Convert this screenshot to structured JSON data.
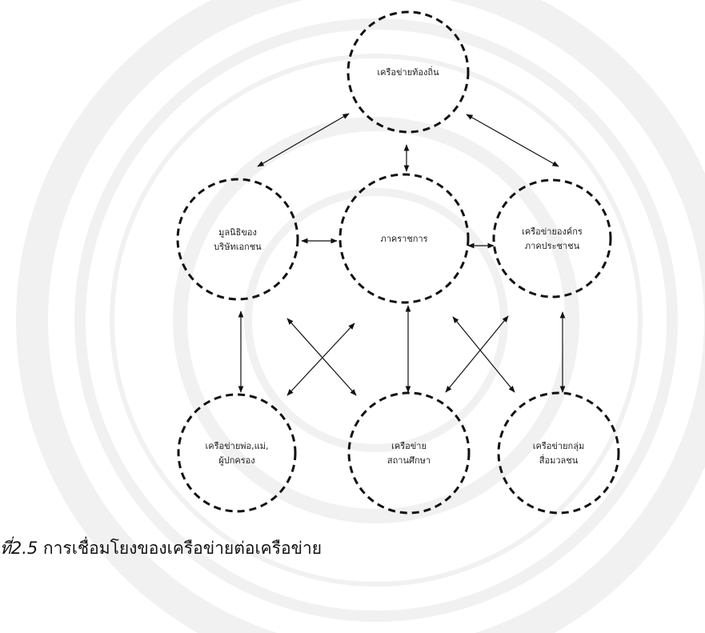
{
  "diagram": {
    "nodes": [
      {
        "id": "local",
        "lines": [
          "เครือข่ายท้องถิ่น"
        ]
      },
      {
        "id": "foundation",
        "lines": [
          "มูลนิธิของ",
          "บริษัทเอกชน"
        ]
      },
      {
        "id": "government",
        "lines": [
          "ภาคราชการ"
        ]
      },
      {
        "id": "civil",
        "lines": [
          "เครือข่ายองค์กร",
          "ภาคประชาชน"
        ]
      },
      {
        "id": "parents",
        "lines": [
          "เครือข่ายพ่อ,แม่,",
          "ผู้ปกครอง"
        ]
      },
      {
        "id": "school",
        "lines": [
          "เครือข่าย",
          "สถานศึกษา"
        ]
      },
      {
        "id": "media",
        "lines": [
          "เครือข่ายกลุ่ม",
          "สื่อมวลชน"
        ]
      }
    ],
    "connections": [
      {
        "from": "local",
        "to": "foundation",
        "type": "double-arrow"
      },
      {
        "from": "local",
        "to": "government",
        "type": "double-arrow"
      },
      {
        "from": "local",
        "to": "civil",
        "type": "double-arrow"
      },
      {
        "from": "foundation",
        "to": "government",
        "type": "double-arrow"
      },
      {
        "from": "government",
        "to": "civil",
        "type": "double-arrow"
      },
      {
        "from": "foundation",
        "to": "parents",
        "type": "double-arrow"
      },
      {
        "from": "government",
        "to": "school",
        "type": "double-arrow"
      },
      {
        "from": "civil",
        "to": "media",
        "type": "double-arrow"
      },
      {
        "from": "foundation",
        "to": "school",
        "type": "double-arrow"
      },
      {
        "from": "government",
        "to": "parents",
        "type": "double-arrow"
      },
      {
        "from": "government",
        "to": "media",
        "type": "double-arrow"
      },
      {
        "from": "civil",
        "to": "school",
        "type": "double-arrow"
      }
    ]
  },
  "caption": {
    "prefix": "ที่2.5",
    "text": " การเชื่อมโยงของเครือข่ายต่อเครือข่าย"
  },
  "colors": {
    "ink": "#111111",
    "watermark": "#f2f2f2"
  }
}
